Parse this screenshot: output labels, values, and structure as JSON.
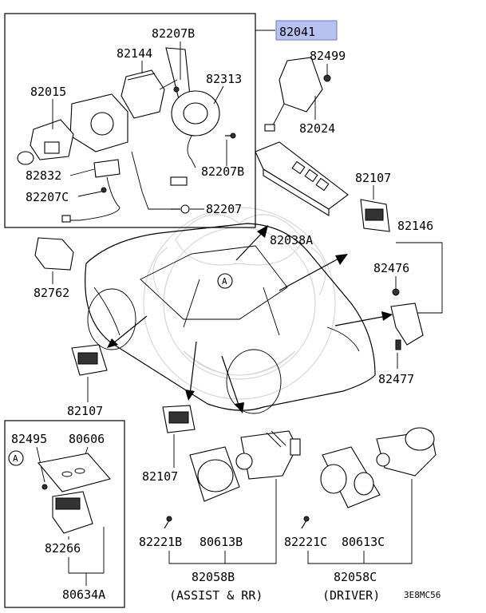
{
  "labels": {
    "p82041": "82041",
    "p82207B_top": "82207B",
    "p82144": "82144",
    "p82313": "82313",
    "p82015": "82015",
    "p82832": "82832",
    "p82207C": "82207C",
    "p82207B_mid": "82207B",
    "p82207": "82207",
    "p82499": "82499",
    "p82024": "82024",
    "p82038A": "82038A",
    "p82107_right": "82107",
    "p82146": "82146",
    "p82476": "82476",
    "p82477": "82477",
    "p82762": "82762",
    "p82107_left": "82107",
    "p82107_center": "82107",
    "p82495": "82495",
    "p80606": "80606",
    "p82266": "82266",
    "p80634A": "80634A",
    "p82221B": "82221B",
    "p80613B": "80613B",
    "p82058B": "82058B",
    "assist_rr": "(ASSIST & RR)",
    "p82221C": "82221C",
    "p80613C": "80613C",
    "p82058C": "82058C",
    "driver": "(DRIVER)",
    "code": "3E8MC56",
    "callout_a1": "A",
    "callout_a2": "A"
  },
  "colors": {
    "highlight": "#b8c2f0",
    "highlight_border": "#6b78c8"
  }
}
